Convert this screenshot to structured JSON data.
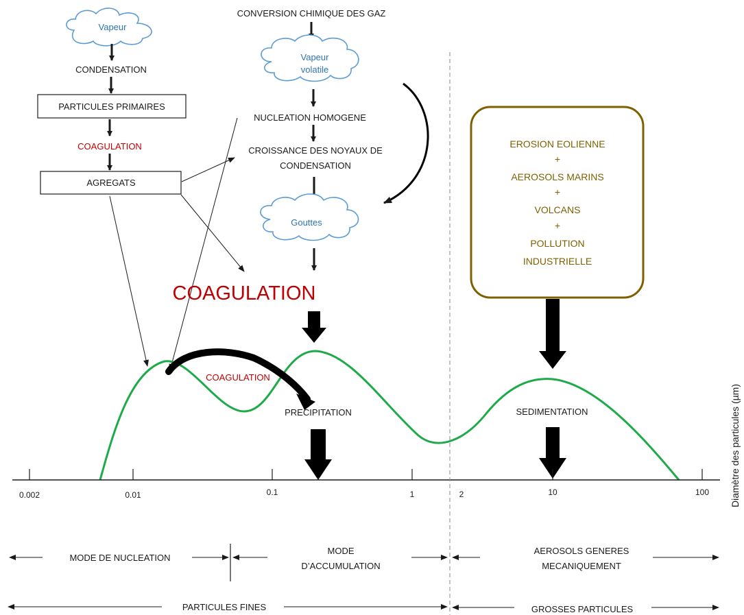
{
  "top_left": {
    "vapeur": "Vapeur",
    "condensation": "CONDENSATION",
    "particules_primaires": "PARTICULES PRIMAIRES",
    "coagulation": "COAGULATION",
    "agregats": "AGREGATS"
  },
  "top_center": {
    "conversion": "CONVERSION CHIMIQUE DES GAZ",
    "vapeur_line1": "Vapeur",
    "vapeur_line2": "volatile",
    "nucleation": "NUCLEATION HOMOGENE",
    "croissance_line1": "CROISSANCE DES NOYAUX DE",
    "croissance_line2": "CONDENSATION",
    "gouttes": "Gouttes",
    "coagulation_big": "COAGULATION"
  },
  "sources_box": {
    "lines": [
      "EROSION EOLIENNE",
      "+",
      "AEROSOLS MARINS",
      "+",
      "VOLCANS",
      "+",
      "POLLUTION",
      "INDUSTRIELLE"
    ]
  },
  "curve_labels": {
    "coagulation": "COAGULATION",
    "precipitation": "PRECIPITATION",
    "sedimentation": "SEDIMENTATION"
  },
  "axis": {
    "ticks": [
      "0.002",
      "0.01",
      "0.1",
      "1",
      "2",
      "10",
      "100"
    ],
    "title": "Diamètre des particules (µm)"
  },
  "modes": {
    "nucleation": "MODE DE NUCLEATION",
    "accumulation_line1": "MODE",
    "accumulation_line2": "D’ACCUMULATION",
    "mecanique_line1": "AEROSOLS GENERES",
    "mecanique_line2": "MECANIQUEMENT",
    "fines": "PARTICULES FINES",
    "grosses": "GROSSES PARTICULES"
  },
  "colors": {
    "curve": "#1faa4a",
    "coagulation_red": "#c00000",
    "cloud_text": "#2e74b5",
    "cloud_outline": "#5b9bd5",
    "box_border": "#7f6000"
  }
}
